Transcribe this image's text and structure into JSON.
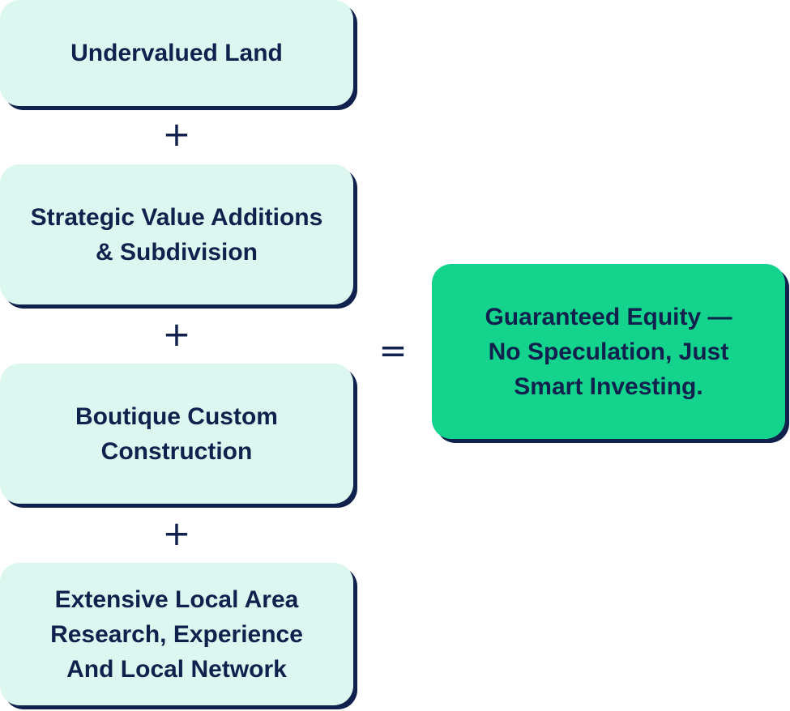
{
  "inputs": [
    {
      "text": "Undervalued Land"
    },
    {
      "text": "Strategic Value Additions\n& Subdivision"
    },
    {
      "text": "Boutique Custom\nConstruction"
    },
    {
      "text": "Extensive Local Area\nResearch, Experience\nAnd Local Network"
    }
  ],
  "operators": {
    "plus": "+",
    "equals": "="
  },
  "result": {
    "text": "Guaranteed Equity —\nNo Speculation, Just\nSmart Investing."
  },
  "colors": {
    "input_fill": "#dcf7ef",
    "result_fill": "#14d38d",
    "shadow_and_text": "#10214d"
  }
}
